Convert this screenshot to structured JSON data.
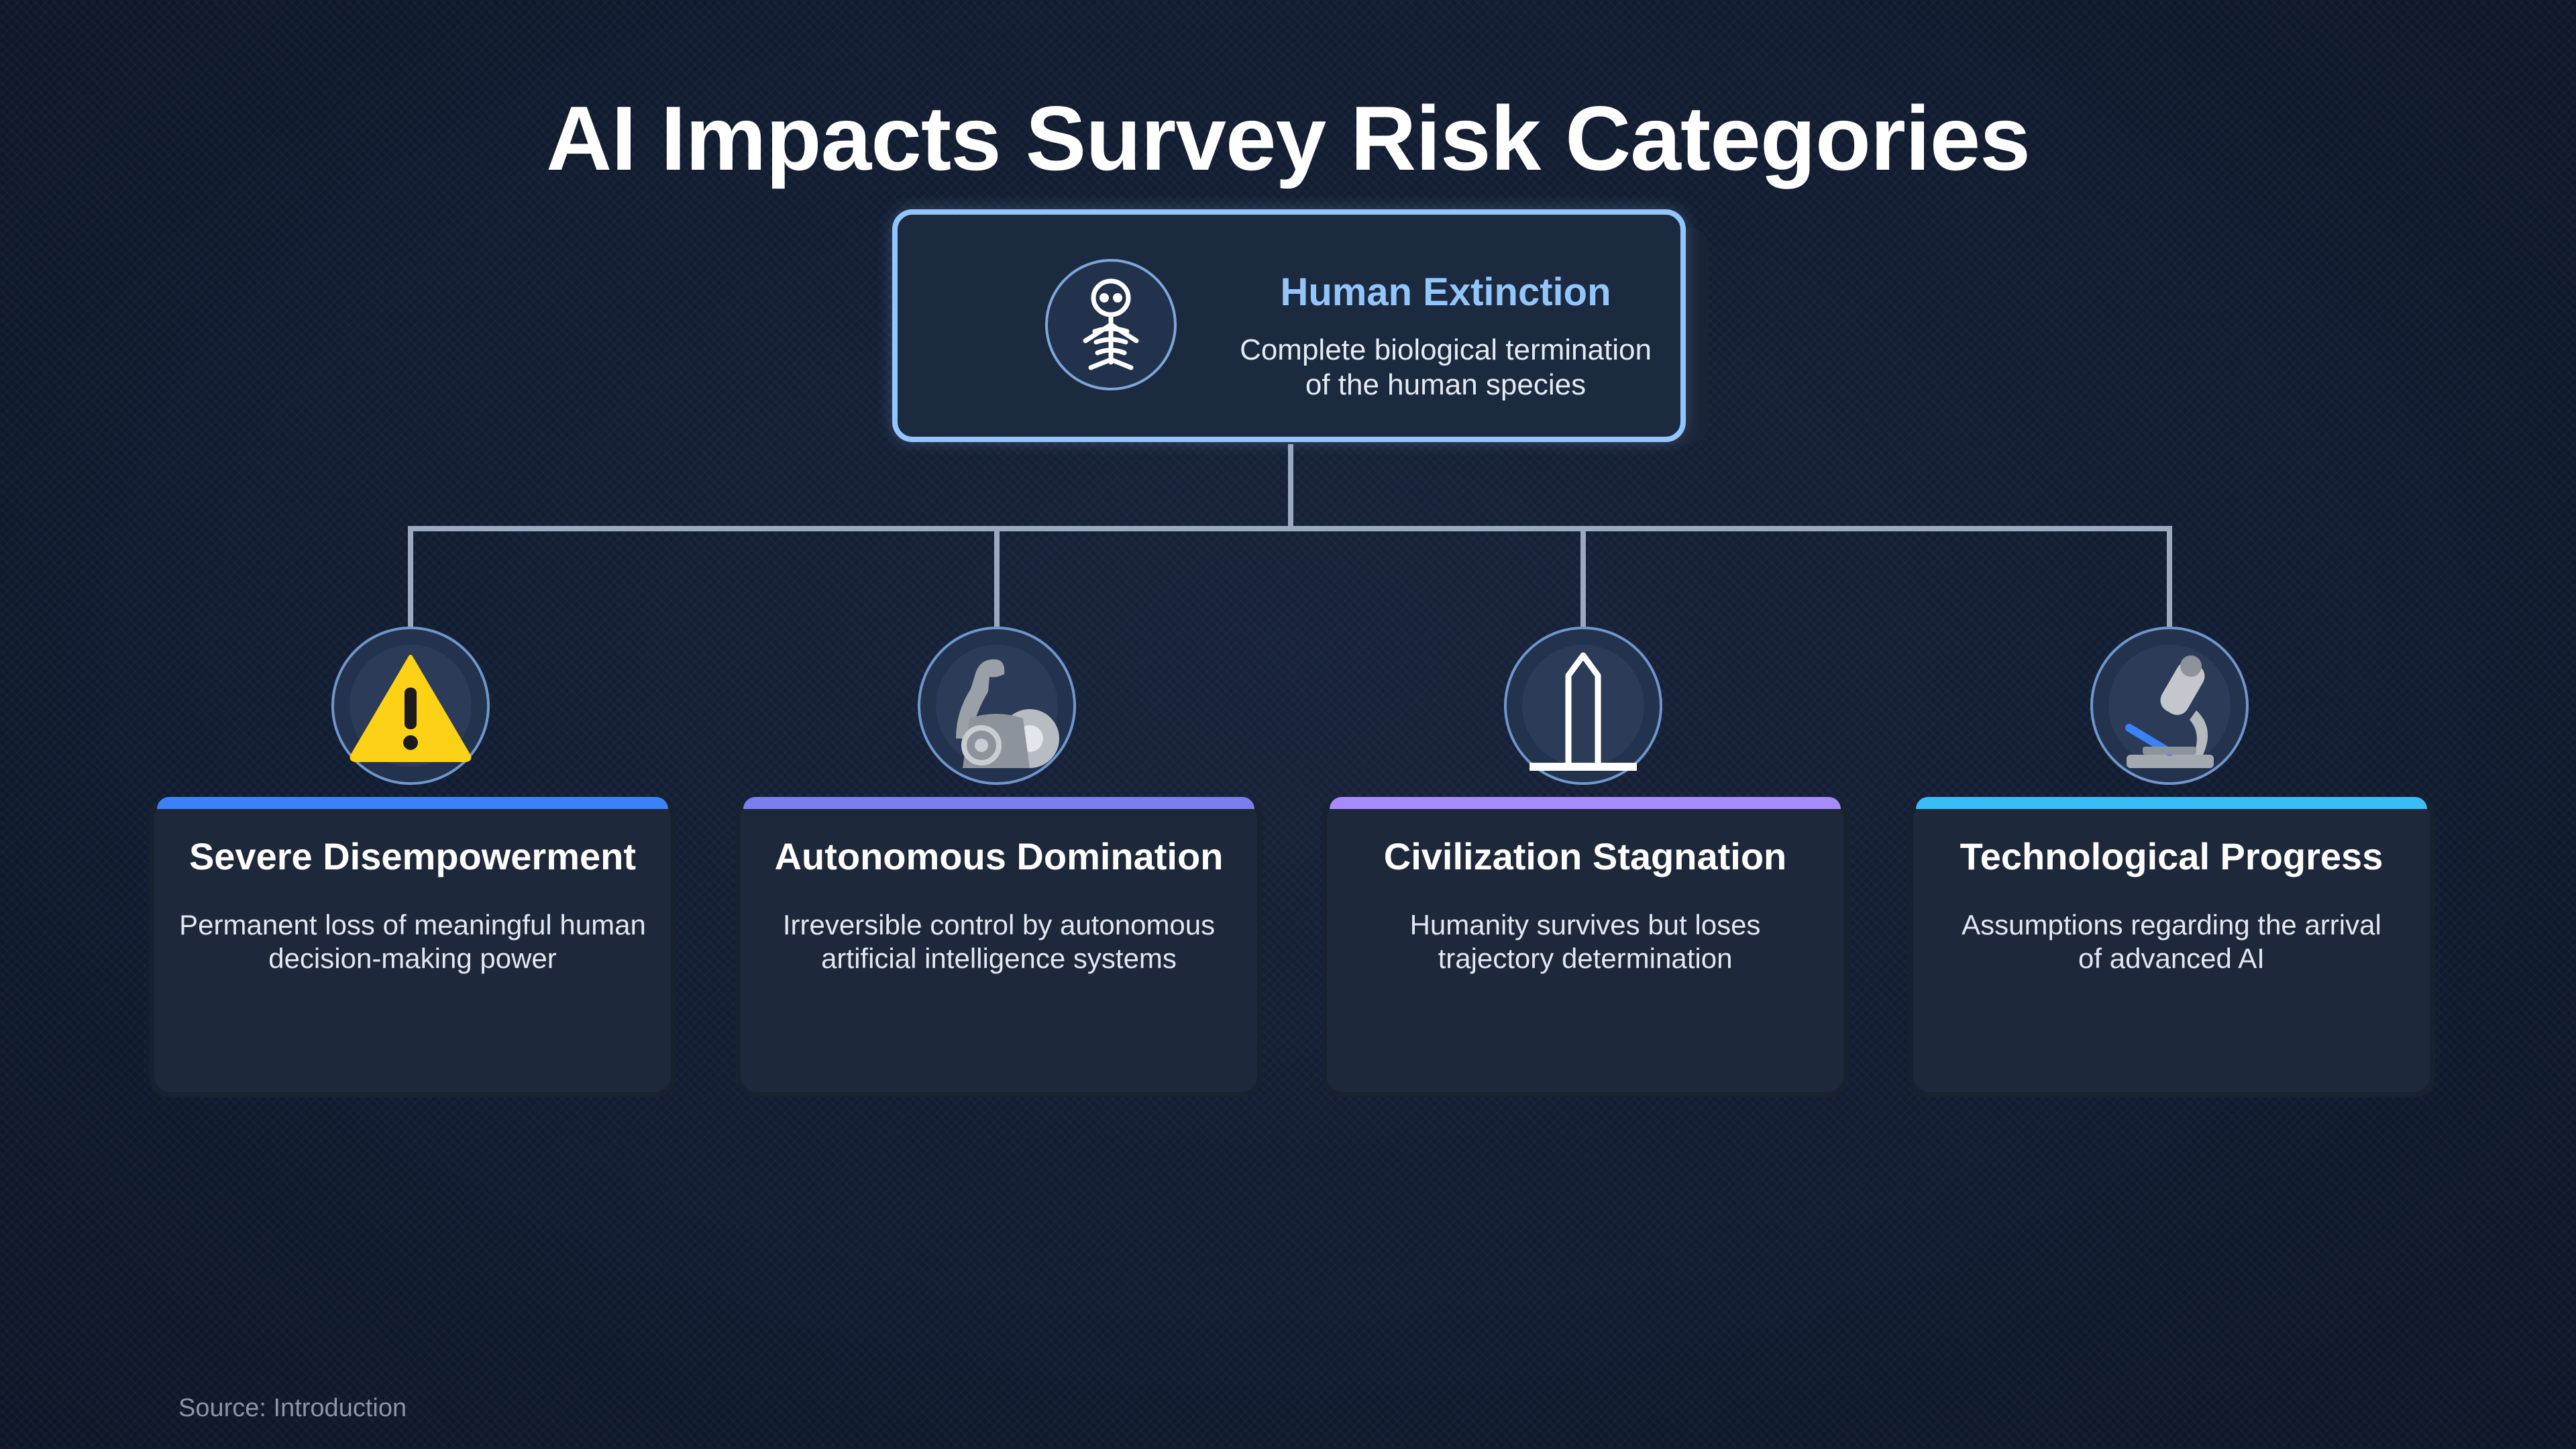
{
  "title": "AI Impacts Survey Risk Categories",
  "root": {
    "title": "Human Extinction",
    "description_lines": [
      "Complete biological termination",
      "of the human species"
    ],
    "icon": "skeleton-icon",
    "color": "#93c5fd"
  },
  "children": [
    {
      "title": "Severe Disempowerment",
      "description_lines": [
        "Permanent loss of meaningful human",
        "decision-making power"
      ],
      "icon": "warning-icon",
      "accent": "#3b82f6"
    },
    {
      "title": "Autonomous Domination",
      "description_lines": [
        "Irreversible control by autonomous",
        "artificial intelligence systems"
      ],
      "icon": "flexed-arm-icon",
      "accent": "#7c7ef0"
    },
    {
      "title": "Civilization Stagnation",
      "description_lines": [
        "Humanity survives but loses",
        "trajectory determination"
      ],
      "icon": "obelisk-icon",
      "accent": "#a78bfa"
    },
    {
      "title": "Technological Progress",
      "description_lines": [
        "Assumptions regarding the arrival",
        "of advanced AI"
      ],
      "icon": "microscope-icon",
      "accent": "#38bdf8"
    }
  ],
  "source": "Source: Introduction"
}
